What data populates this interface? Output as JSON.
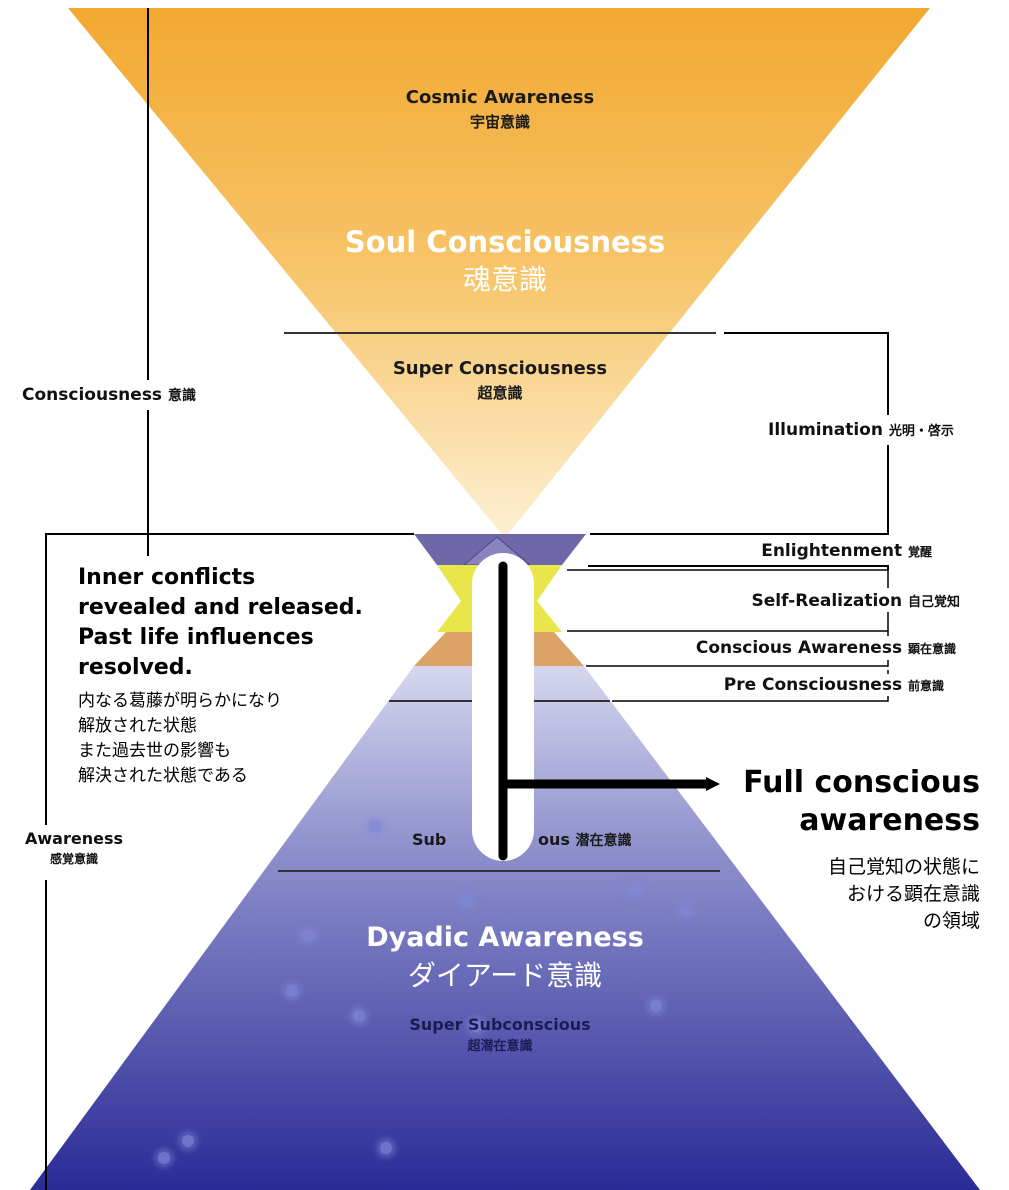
{
  "colors": {
    "soul_gradient_top": "#f2a830",
    "soul_gradient_bottom": "#fbe7bd",
    "dyadic_gradient_top": "#cccde8",
    "dyadic_gradient_bottom": "#30309a",
    "enlightenment_band": "#6e68a8",
    "self_realization_band": "#e8e64a",
    "conscious_awareness_band": "#dba466",
    "pre_consciousness_band": "#c0c2e3",
    "thermometer": "#000000"
  },
  "cone": {
    "cosmic_awareness": {
      "en": "Cosmic Awareness",
      "jp": "宇宙意識"
    },
    "soul_consciousness": {
      "en": "Soul Consciousness",
      "jp": "魂意識"
    },
    "super_consciousness": {
      "en": "Super Consciousness",
      "jp": "超意識"
    },
    "subconscious": {
      "en_left": "Sub",
      "en_right": "ous",
      "jp": "潜在意識"
    },
    "dyadic_awareness": {
      "en": "Dyadic Awareness",
      "jp": "ダイアード意識"
    },
    "super_subconscious": {
      "en": "Super Subconscious",
      "jp": "超潜在意識"
    }
  },
  "side_labels": {
    "consciousness": {
      "en": "Consciousness",
      "jp": "意識"
    },
    "awareness": {
      "en": "Awareness",
      "jp": "感覚意識"
    },
    "illumination": {
      "en": "Illumination",
      "jp": "光明・啓示"
    },
    "enlightenment": {
      "en": "Enlightenment",
      "jp": "覚醒"
    },
    "self_realization": {
      "en": "Self-Realization",
      "jp": "自己覚知"
    },
    "conscious_awareness": {
      "en": "Conscious Awareness",
      "jp": "顕在意識"
    },
    "pre_consciousness": {
      "en": "Pre Consciousness",
      "jp": "前意識"
    }
  },
  "inner_conflicts": {
    "en_lines": [
      "Inner conflicts",
      "revealed and released.",
      "Past life influences",
      "resolved."
    ],
    "jp_lines": [
      "内なる葛藤が明らかになり",
      "解放された状態",
      "また過去世の影響も",
      "解決された状態である"
    ]
  },
  "full_conscious": {
    "en_lines": [
      "Full conscious",
      "awareness"
    ],
    "jp_lines": [
      "自己覚知の状態に",
      "おける顕在意識",
      "の領域"
    ]
  }
}
